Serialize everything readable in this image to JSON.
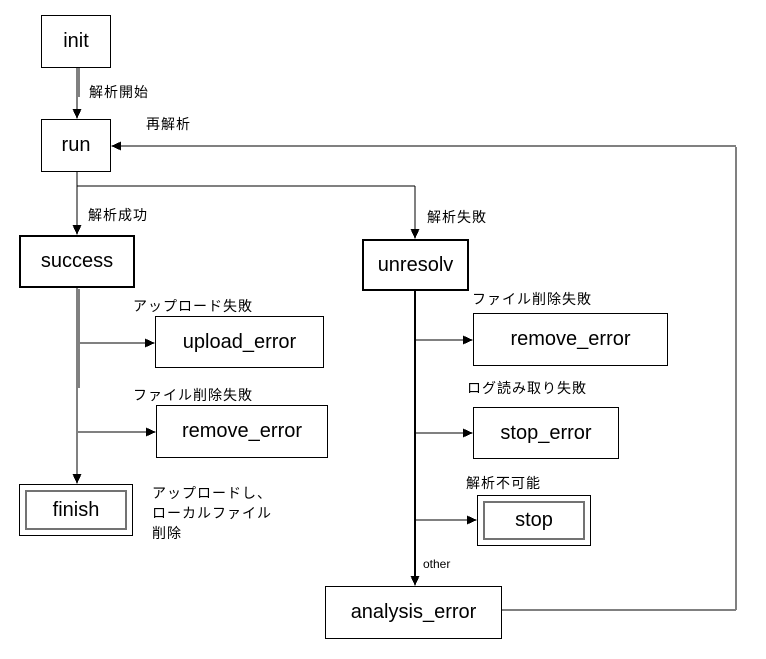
{
  "diagram": {
    "kind": "state-transition-diagram",
    "colors": {
      "background": "#ffffff",
      "line": "#000000",
      "secondary_line": "#808080",
      "inner_border": "#737373",
      "text": "#000000"
    },
    "nodes": {
      "init": "init",
      "run": "run",
      "success": "success",
      "unresolv": "unresolv",
      "upload_error": "upload_error",
      "remove_error_left": "remove_error",
      "finish": "finish",
      "remove_error_right": "remove_error",
      "stop_error": "stop_error",
      "stop": "stop",
      "analysis_error": "analysis_error"
    },
    "edge_labels": {
      "start": "解析開始",
      "rerun": "再解析",
      "analysis_success": "解析成功",
      "analysis_failure": "解析失敗",
      "upload_failure": "アップロード失敗",
      "file_remove_failure_left": "ファイル削除失敗",
      "finish_note_line1": "アップロードし、",
      "finish_note_line2": "ローカルファイル",
      "finish_note_line3": "削除",
      "file_remove_failure_right": "ファイル削除失敗",
      "log_read_failure": "ログ読み取り失敗",
      "unanalyzable": "解析不可能",
      "other": "other"
    }
  }
}
